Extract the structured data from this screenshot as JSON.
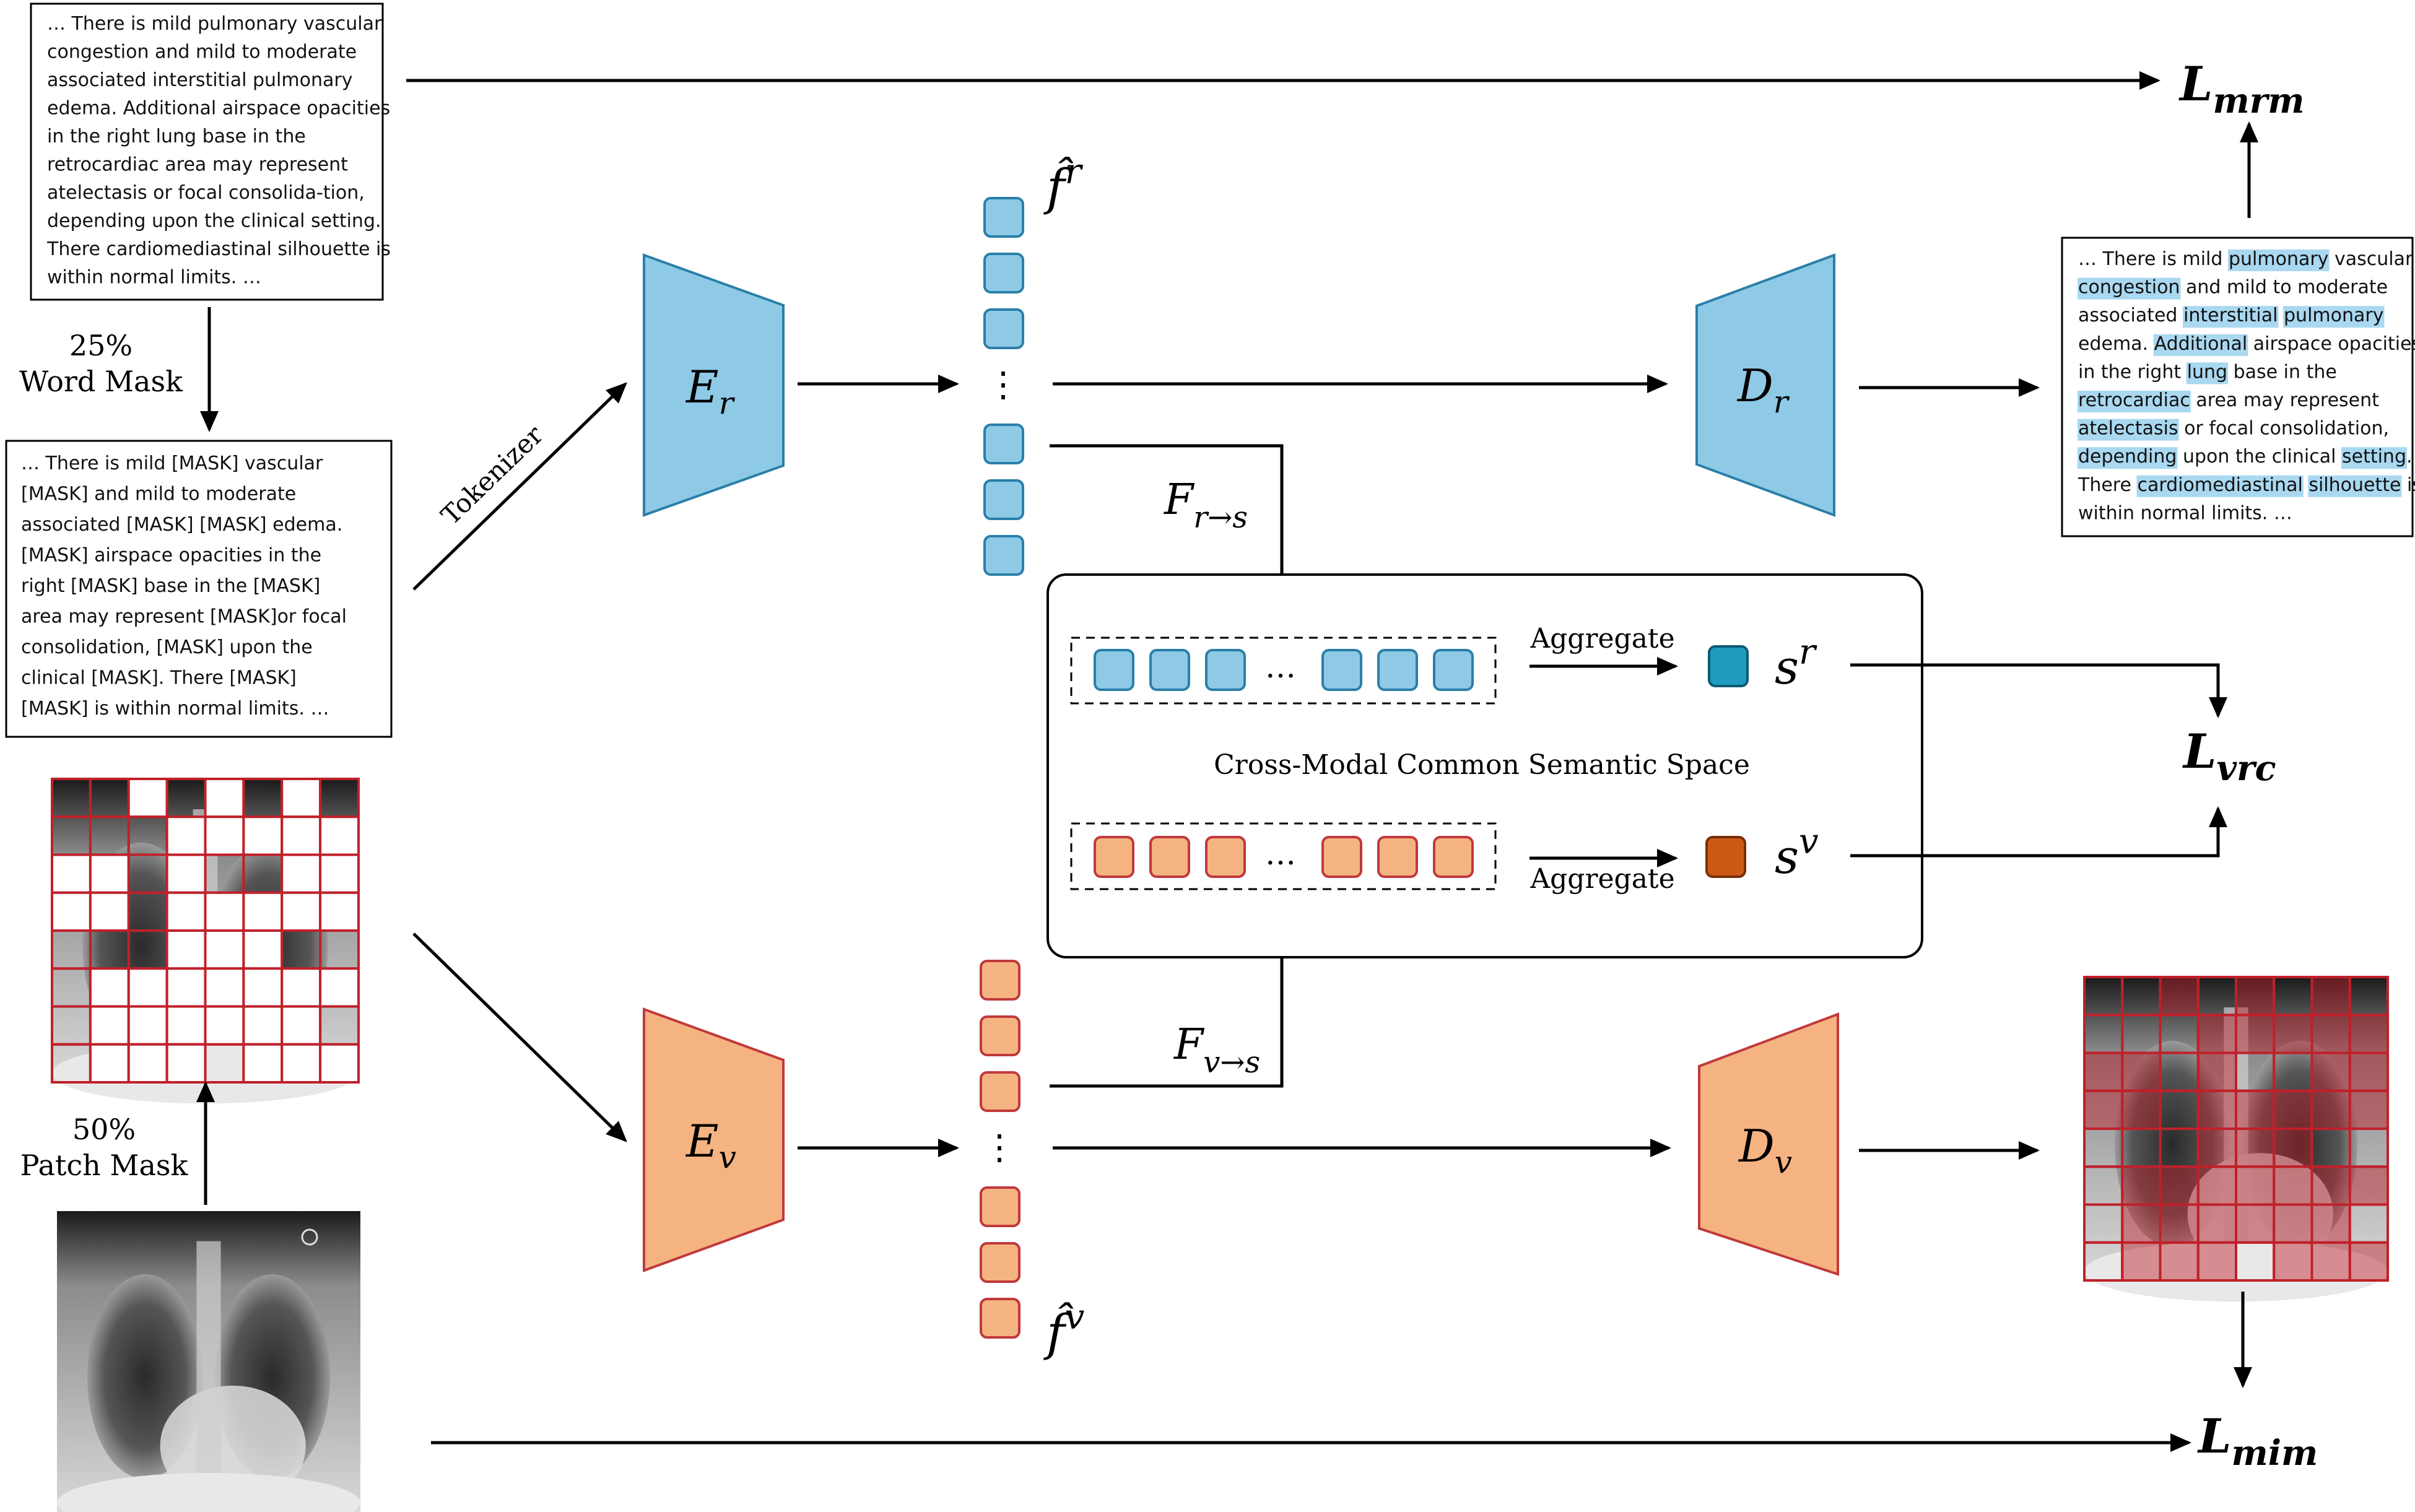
{
  "reports": {
    "original_lines": [
      "… There is mild pulmonary vascular",
      "congestion and mild to moderate",
      "associated interstitial pulmonary",
      "edema. Additional airspace opacities",
      "in the right lung base in the",
      "retrocardiac area may represent",
      "atelectasis or focal consolida-tion,",
      "depending upon the clinical setting.",
      "There cardiomediastinal silhouette is",
      "within normal limits. …"
    ],
    "masked_lines": [
      "… There is mild [MASK] vascular",
      "[MASK] and mild to moderate",
      "associated [MASK] [MASK] edema.",
      "[MASK] airspace opacities in the",
      "right [MASK] base in the [MASK]",
      "area may represent [MASK]or focal",
      "consolidation, [MASK] upon the",
      "clinical [MASK]. There [MASK]",
      "[MASK] is within normal limits. …"
    ],
    "reconstructed_lines": [
      [
        {
          "t": "… There is mild "
        },
        {
          "t": "pulmonary",
          "hl": true
        },
        {
          "t": " vascular"
        }
      ],
      [
        {
          "t": "congestion",
          "hl": true
        },
        {
          "t": " and mild to moderate"
        }
      ],
      [
        {
          "t": "associated "
        },
        {
          "t": "interstitial",
          "hl": true
        },
        {
          "t": " "
        },
        {
          "t": "pulmonary",
          "hl": true
        }
      ],
      [
        {
          "t": "edema. "
        },
        {
          "t": "Additional",
          "hl": true
        },
        {
          "t": " airspace opacities"
        }
      ],
      [
        {
          "t": "in the right "
        },
        {
          "t": "lung",
          "hl": true
        },
        {
          "t": " base in the"
        }
      ],
      [
        {
          "t": "retrocardiac",
          "hl": true
        },
        {
          "t": " area may represent"
        }
      ],
      [
        {
          "t": "atelectasis",
          "hl": true
        },
        {
          "t": " or focal consolidation,"
        }
      ],
      [
        {
          "t": "depending",
          "hl": true
        },
        {
          "t": " upon the clinical "
        },
        {
          "t": "setting",
          "hl": true
        },
        {
          "t": "."
        }
      ],
      [
        {
          "t": "There "
        },
        {
          "t": "cardiomediastinal",
          "hl": true
        },
        {
          "t": " "
        },
        {
          "t": "silhouette",
          "hl": true
        },
        {
          "t": " is"
        }
      ],
      [
        {
          "t": "within normal limits. …"
        }
      ]
    ]
  },
  "labels": {
    "word_mask_pct": "25%",
    "word_mask": "Word Mask",
    "patch_mask_pct": "50%",
    "patch_mask": "Patch Mask",
    "tokenizer": "Tokenizer",
    "aggregate_top": "Aggregate",
    "aggregate_bottom": "Aggregate",
    "common_space": "Cross-Modal  Common Semantic Space",
    "ellipsis": "…",
    "vdots": "⋮"
  },
  "math": {
    "E_r": {
      "base": "E",
      "sub": "r"
    },
    "E_v": {
      "base": "E",
      "sub": "v"
    },
    "D_r": {
      "base": "D",
      "sub": "r"
    },
    "D_v": {
      "base": "D",
      "sub": "v"
    },
    "f_r": {
      "base": "f̂",
      "sup": "r"
    },
    "f_v": {
      "base": "f̂",
      "sup": "v"
    },
    "F_rs": {
      "base": "F",
      "sub": "r→s"
    },
    "F_vs": {
      "base": "F",
      "sub": "v→s"
    },
    "s_r": {
      "base": "s",
      "sup": "r"
    },
    "s_v": {
      "base": "s",
      "sup": "v"
    },
    "L_mrm": {
      "base": "L",
      "sub": "mrm"
    },
    "L_vrc": {
      "base": "L",
      "sub": "vrc"
    },
    "L_mim": {
      "base": "L",
      "sub": "mim"
    }
  },
  "colors": {
    "report_blue": "#8ecae6",
    "report_blue_stroke": "#2a7fa8",
    "image_orange": "#f5b382",
    "image_orange_stroke": "#c0393b",
    "s_r_fill": "#1f9bbf",
    "s_v_fill": "#cc5a16",
    "highlight": "#a9d8f0",
    "mask_red": "#c0202a"
  },
  "patch_grid": {
    "rows": 8,
    "cols": 8,
    "masked_cells": [
      [
        0,
        2
      ],
      [
        0,
        4
      ],
      [
        0,
        6
      ],
      [
        1,
        3
      ],
      [
        1,
        4
      ],
      [
        1,
        5
      ],
      [
        1,
        6
      ],
      [
        1,
        7
      ],
      [
        2,
        0
      ],
      [
        2,
        1
      ],
      [
        2,
        3
      ],
      [
        2,
        6
      ],
      [
        2,
        7
      ],
      [
        3,
        0
      ],
      [
        3,
        1
      ],
      [
        3,
        3
      ],
      [
        3,
        4
      ],
      [
        3,
        5
      ],
      [
        3,
        6
      ],
      [
        3,
        7
      ],
      [
        4,
        3
      ],
      [
        4,
        4
      ],
      [
        4,
        5
      ],
      [
        5,
        1
      ],
      [
        5,
        2
      ],
      [
        5,
        3
      ],
      [
        5,
        4
      ],
      [
        5,
        5
      ],
      [
        5,
        6
      ],
      [
        5,
        7
      ],
      [
        6,
        1
      ],
      [
        6,
        2
      ],
      [
        6,
        3
      ],
      [
        6,
        4
      ],
      [
        6,
        5
      ],
      [
        6,
        6
      ],
      [
        7,
        1
      ],
      [
        7,
        2
      ],
      [
        7,
        3
      ],
      [
        7,
        5
      ],
      [
        7,
        6
      ],
      [
        7,
        7
      ]
    ]
  }
}
